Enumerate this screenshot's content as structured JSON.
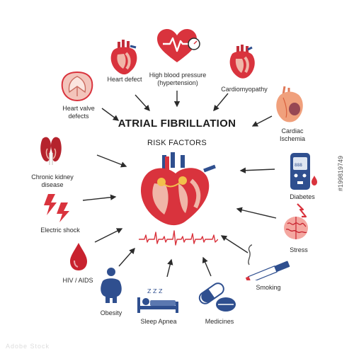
{
  "title": "ATRIAL FIBRILLATION",
  "subtitle": "RISK FACTORS",
  "stock_id": "#199819749",
  "watermark": "Adobe Stock",
  "colors": {
    "heart_red": "#d9333d",
    "heart_dark": "#a81f29",
    "organ_pink": "#f0b6a8",
    "blue": "#2f4f8f",
    "text": "#2b2b2b"
  },
  "factors": {
    "heart_defect": {
      "label": "Heart defect",
      "icon": "heart-anatomy-icon"
    },
    "high_bp": {
      "label_line1": "High blood pressure",
      "label_line2": "(hypertension)",
      "icon": "heart-pressure-icon"
    },
    "cardiomyopathy": {
      "label": "Cardiomyopathy",
      "icon": "enlarged-heart-icon"
    },
    "cardiac_ischemia": {
      "label_line1": "Cardiac",
      "label_line2": "Ischemia",
      "icon": "ischemic-heart-icon"
    },
    "heart_valve": {
      "label_line1": "Heart valve",
      "label_line2": "defects",
      "icon": "heart-valve-icon"
    },
    "kidney": {
      "label_line1": "Chronic kidney",
      "label_line2": "disease",
      "icon": "kidneys-icon"
    },
    "electric": {
      "label": "Electric shock",
      "icon": "lightning-icon"
    },
    "hiv": {
      "label": "HIV / AIDS",
      "icon": "blood-drop-icon"
    },
    "obesity": {
      "label": "Obesity",
      "icon": "obese-person-icon"
    },
    "sleep": {
      "label": "Sleep Apnea",
      "icon": "sleeping-bed-icon"
    },
    "medicines": {
      "label": "Medicines",
      "icon": "pills-icon"
    },
    "smoking": {
      "label": "Smoking",
      "icon": "cigarette-icon"
    },
    "stress": {
      "label": "Stress",
      "icon": "brain-stress-icon"
    },
    "diabetes": {
      "label": "Diabetes",
      "icon": "glucometer-icon"
    }
  },
  "center": {
    "icon": "heart-cross-section-icon",
    "ecg_icon": "ecg-wave-icon"
  }
}
